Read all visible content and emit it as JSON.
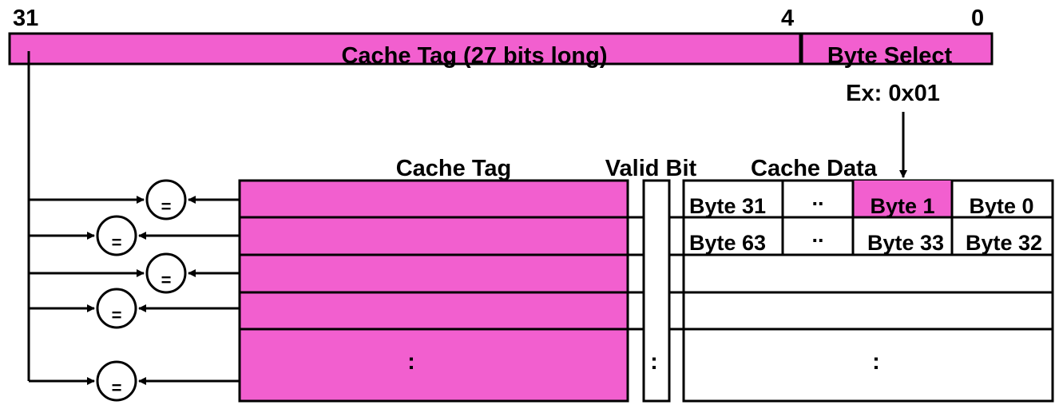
{
  "colors": {
    "highlight": "#f25fcf",
    "stroke": "#000000",
    "background": "#ffffff"
  },
  "address": {
    "bit_high": "31",
    "bit_mid": "4",
    "bit_low": "0",
    "tag_field": "Cache Tag (27 bits long)",
    "select_field": "Byte Select",
    "example": "Ex: 0x01"
  },
  "headers": {
    "cache_tag": "Cache Tag",
    "valid_bit": "Valid Bit",
    "cache_data": "Cache Data"
  },
  "data_rows": [
    [
      "Byte 31",
      "..",
      "Byte 1",
      "Byte 0"
    ],
    [
      "Byte 63",
      "..",
      "Byte 33",
      "Byte 32"
    ]
  ],
  "ellipsis": {
    "tag": ":",
    "valid": ":",
    "data": ":"
  },
  "comparator": {
    "symbol": "=",
    "icon": "equality-comparator-icon"
  }
}
